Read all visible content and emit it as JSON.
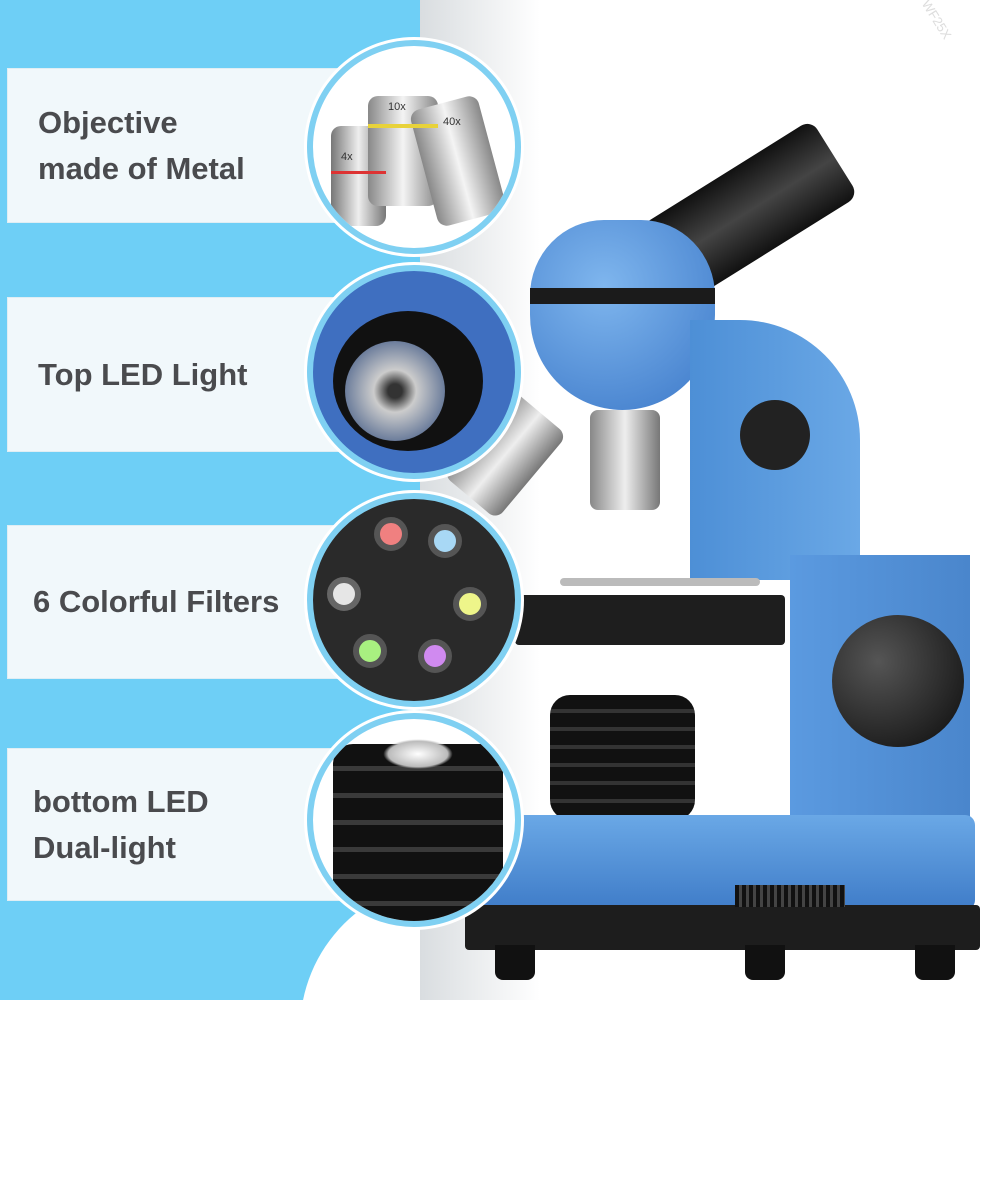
{
  "features": [
    {
      "line1": "Objective",
      "line2": "made of Metal"
    },
    {
      "line1": "Top LED Light",
      "line2": ""
    },
    {
      "line1": "6 Colorful Filters",
      "line2": ""
    },
    {
      "line1": "bottom LED",
      "line2": "Dual-light"
    }
  ],
  "product_markings": {
    "eyepiece": "WF25X",
    "objectives": [
      "4x",
      "10x",
      "40x"
    ]
  },
  "colors": {
    "panel": "#6ecff6",
    "body": "#4d8fd6",
    "label_text": "#4a4b4e",
    "filters": [
      "#f08080",
      "#a8d8f5",
      "#e6e6e6",
      "#eef58a",
      "#a8f080",
      "#d08af0"
    ]
  }
}
